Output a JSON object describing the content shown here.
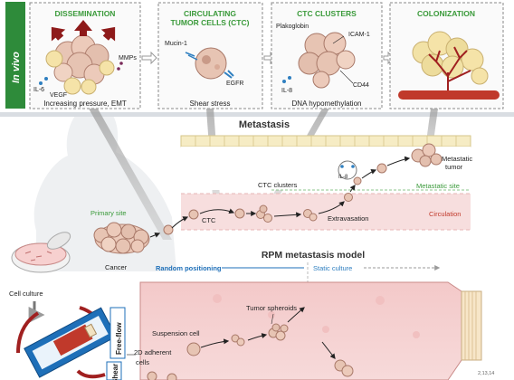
{
  "sidebar": {
    "label": "In vivo"
  },
  "panels": {
    "dissemination": {
      "title": "DISSEMINATION",
      "caption": "Increasing pressure, EMT",
      "labels": {
        "il6": "IL-6",
        "vegf": "VEGF",
        "mmps": "MMPs"
      }
    },
    "ctc": {
      "title1": "CIRCULATING",
      "title2": "TUMOR CELLS (CTC)",
      "caption": "Shear stress",
      "labels": {
        "mucin": "Mucin-1",
        "egfr": "EGFR"
      }
    },
    "clusters": {
      "title": "CTC CLUSTERS",
      "caption": "DNA hypomethylation",
      "labels": {
        "plakoglobin": "Plakoglobin",
        "icam": "ICAM-1",
        "il8": "IL-8",
        "cd44": "CD44"
      }
    },
    "colonization": {
      "title": "COLONIZATION"
    }
  },
  "metastasis": {
    "title": "Metastasis",
    "primary_site": "Primary site",
    "cancer": "Cancer",
    "ctc": "CTC",
    "ctc_clusters": "CTC clusters",
    "il8": "IL-8",
    "extravasation": "Extravasation",
    "metastatic_tumor1": "Metastatic",
    "metastatic_tumor2": "tumor",
    "metastatic_site": "Metastatic site",
    "circulation": "Circulation"
  },
  "rpm": {
    "title": "RPM metastasis model",
    "random_positioning": "Random positioning",
    "static_culture": "Static culture",
    "tumor_spheroids": "Tumor spheroids",
    "suspension_cell": "Suspension cell",
    "adherent1": "2D adherent",
    "adherent2": "cells",
    "cell_culture": "Cell culture",
    "free_flow": "Free-flow",
    "shear": "Shear",
    "refs": "2,13,14"
  },
  "colors": {
    "green": "#3a9a3a",
    "panel_border": "#8a8a8a",
    "vessel": "#f6d6d6",
    "blue": "#1e6fb8",
    "red": "#c0392b"
  }
}
